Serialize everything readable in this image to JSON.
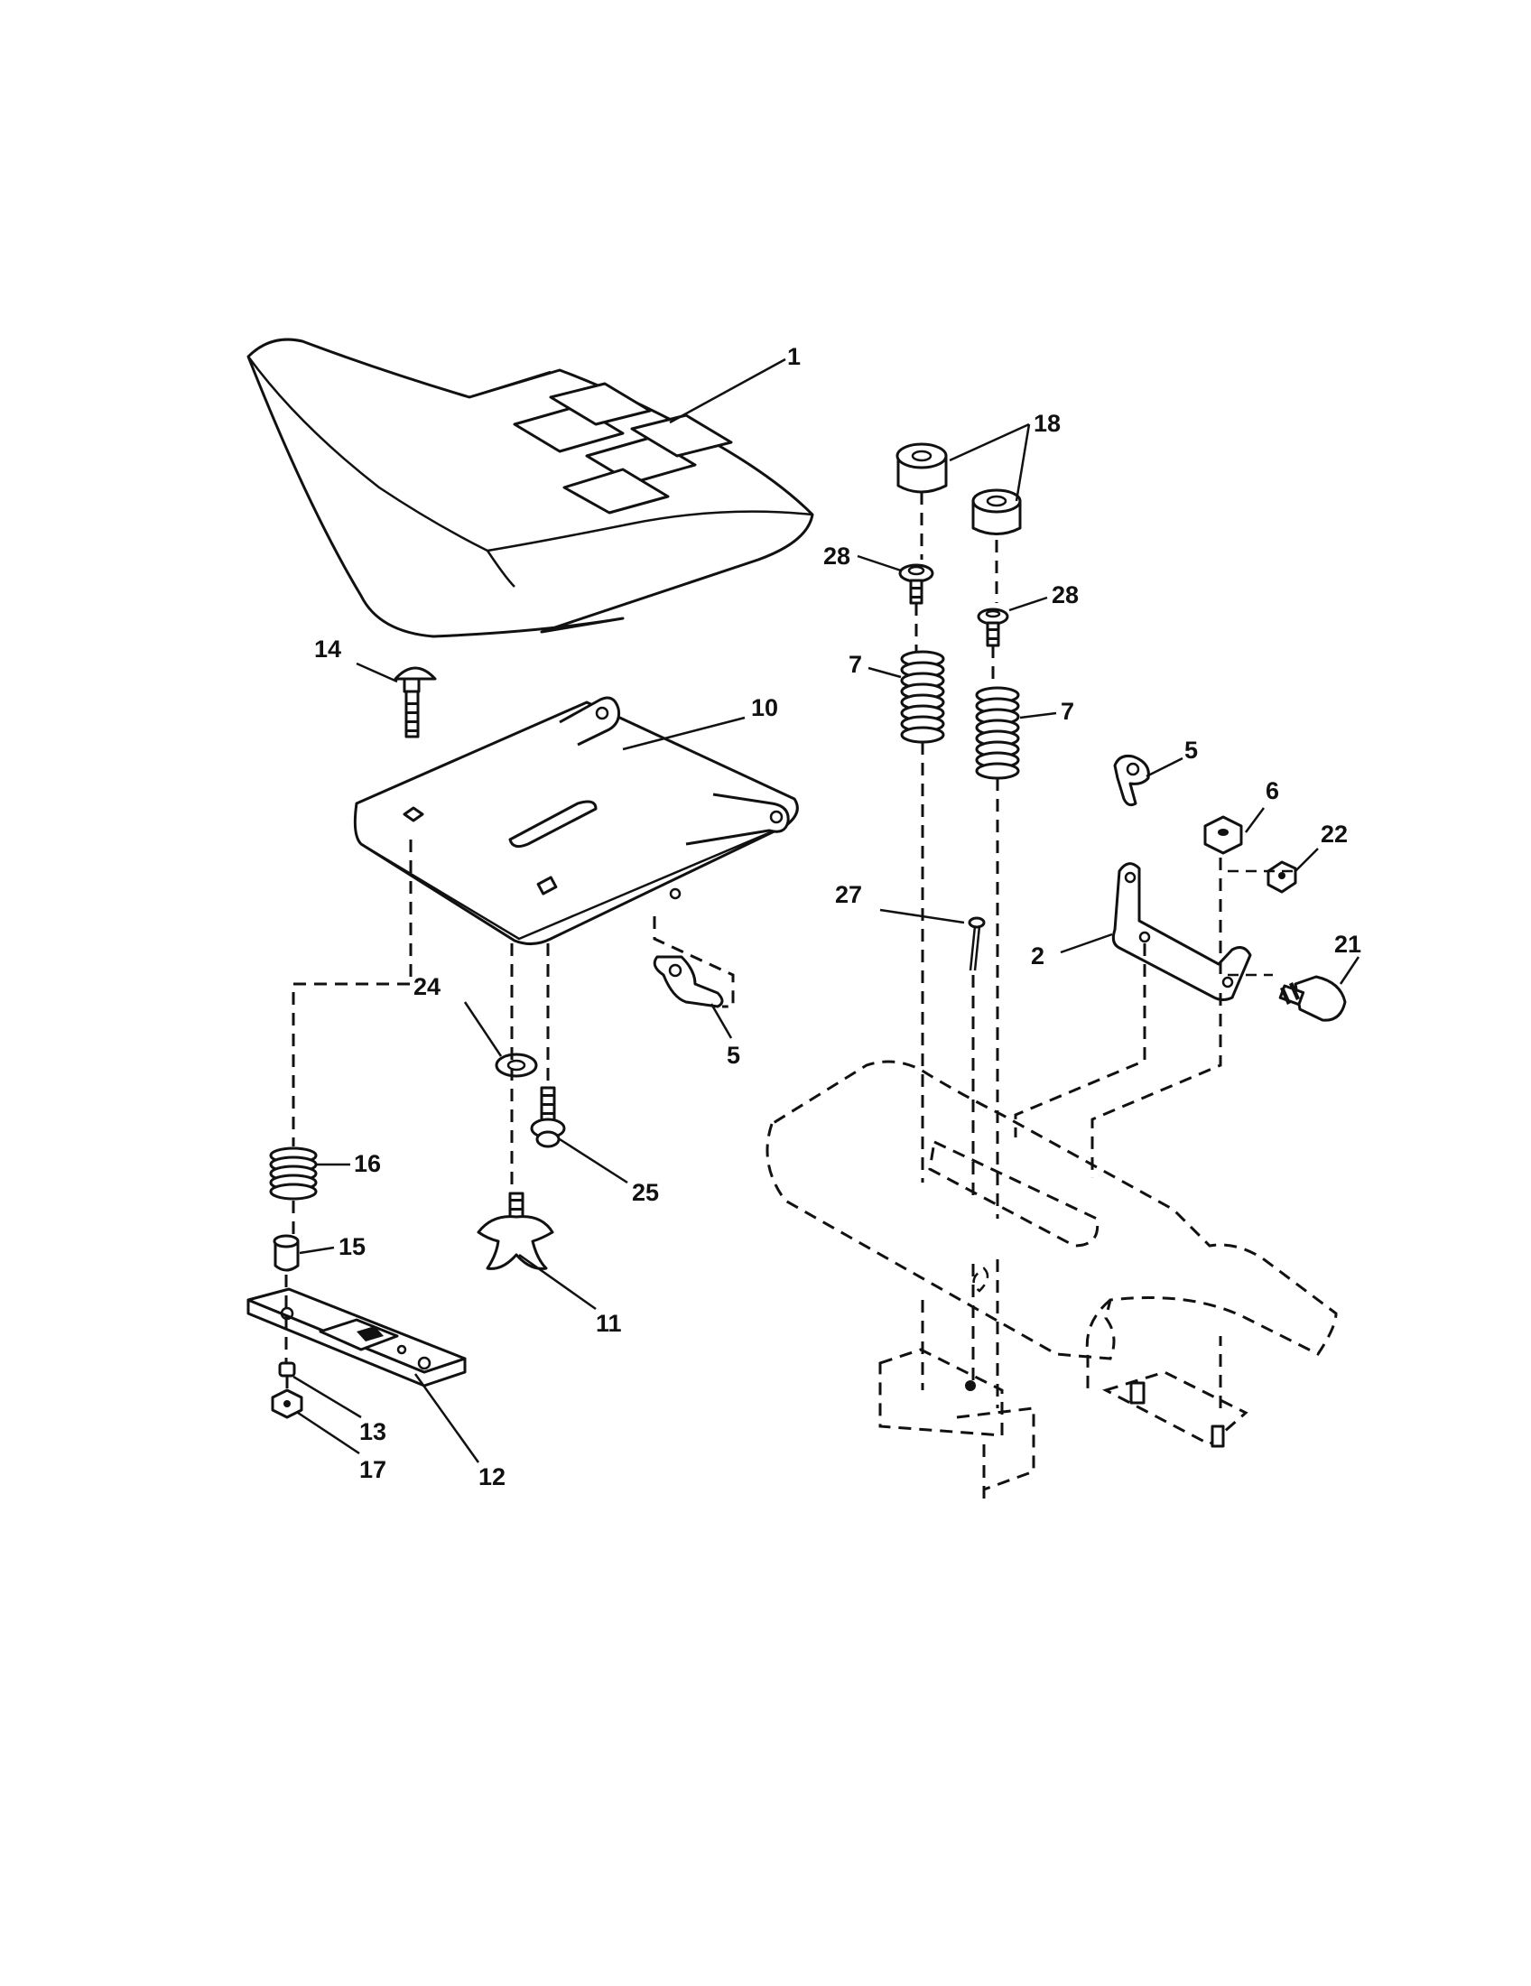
{
  "callouts": {
    "c1": "1",
    "c2": "2",
    "c5a": "5",
    "c5b": "5",
    "c6": "6",
    "c7a": "7",
    "c7b": "7",
    "c10": "10",
    "c11": "11",
    "c12": "12",
    "c13": "13",
    "c14": "14",
    "c15": "15",
    "c16": "16",
    "c17": "17",
    "c18": "18",
    "c21": "21",
    "c22": "22",
    "c24": "24",
    "c25": "25",
    "c27": "27",
    "c28a": "28",
    "c28b": "28"
  }
}
